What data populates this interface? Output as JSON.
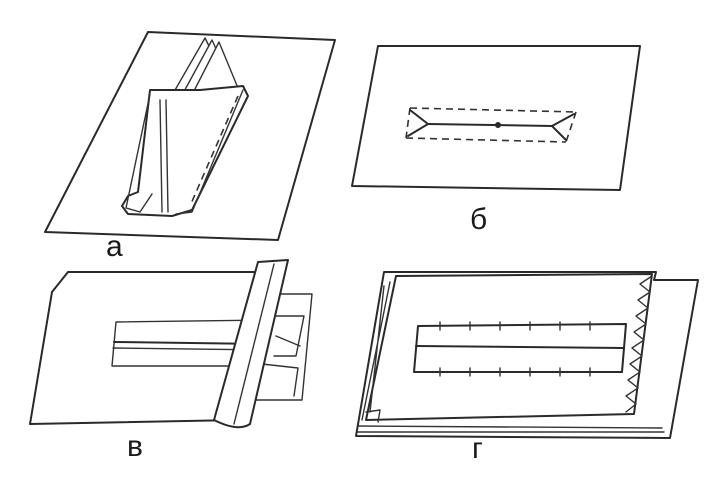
{
  "figures": [
    {
      "id": "a",
      "label": "а"
    },
    {
      "id": "b",
      "label": "б"
    },
    {
      "id": "v",
      "label": "в"
    },
    {
      "id": "g",
      "label": "г"
    }
  ]
}
